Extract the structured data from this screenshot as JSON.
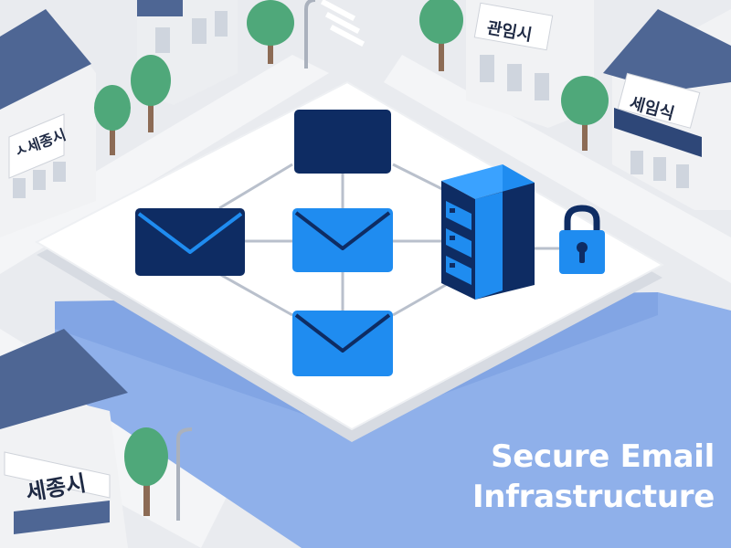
{
  "caption": {
    "line1": "Secure Email",
    "line2": "Infrastructure"
  },
  "signs": {
    "top_left": "ㅅ세종시",
    "top_right": "관임시",
    "right": "세임식",
    "bottom_left": "세종시"
  },
  "colors": {
    "background": "#e9ebef",
    "platform": "#ffffff",
    "water": "#8fb0ea",
    "dark_blue": "#0e2c63",
    "bright_blue": "#1f8cf0",
    "roof": "#4e6694",
    "tree": "#4fa87a",
    "connector": "#b9c0cc"
  },
  "icons": [
    "dark-box-icon",
    "dark-envelope-icon",
    "blue-envelope-icon",
    "blue-envelope-bottom-icon",
    "server-icon",
    "padlock-icon"
  ]
}
